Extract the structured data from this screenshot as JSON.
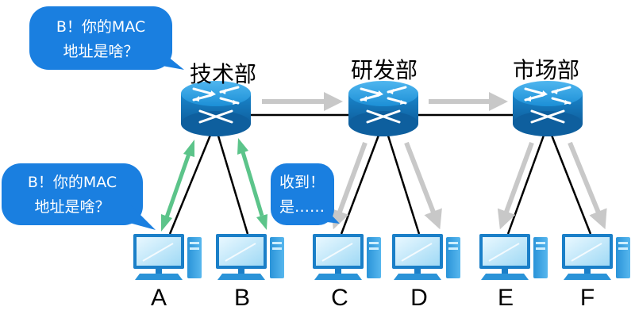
{
  "departments": [
    {
      "name": "技术部"
    },
    {
      "name": "研发部"
    },
    {
      "name": "市场部"
    }
  ],
  "hosts": [
    "A",
    "B",
    "C",
    "D",
    "E",
    "F"
  ],
  "bubbles": {
    "top_left": {
      "line1": "B！你的MAC",
      "line2": "地址是啥？"
    },
    "mid_left": {
      "line1": "B！你的MAC",
      "line2": "地址是啥？"
    },
    "reply": {
      "line1": "收到！",
      "line2": "是……"
    }
  },
  "colors": {
    "bubble": "#1a7fe0",
    "router": "#1c8fd6",
    "request_arrow": "#5cc48a",
    "broadcast_arrow": "#c8c8c8",
    "link": "#000000"
  }
}
